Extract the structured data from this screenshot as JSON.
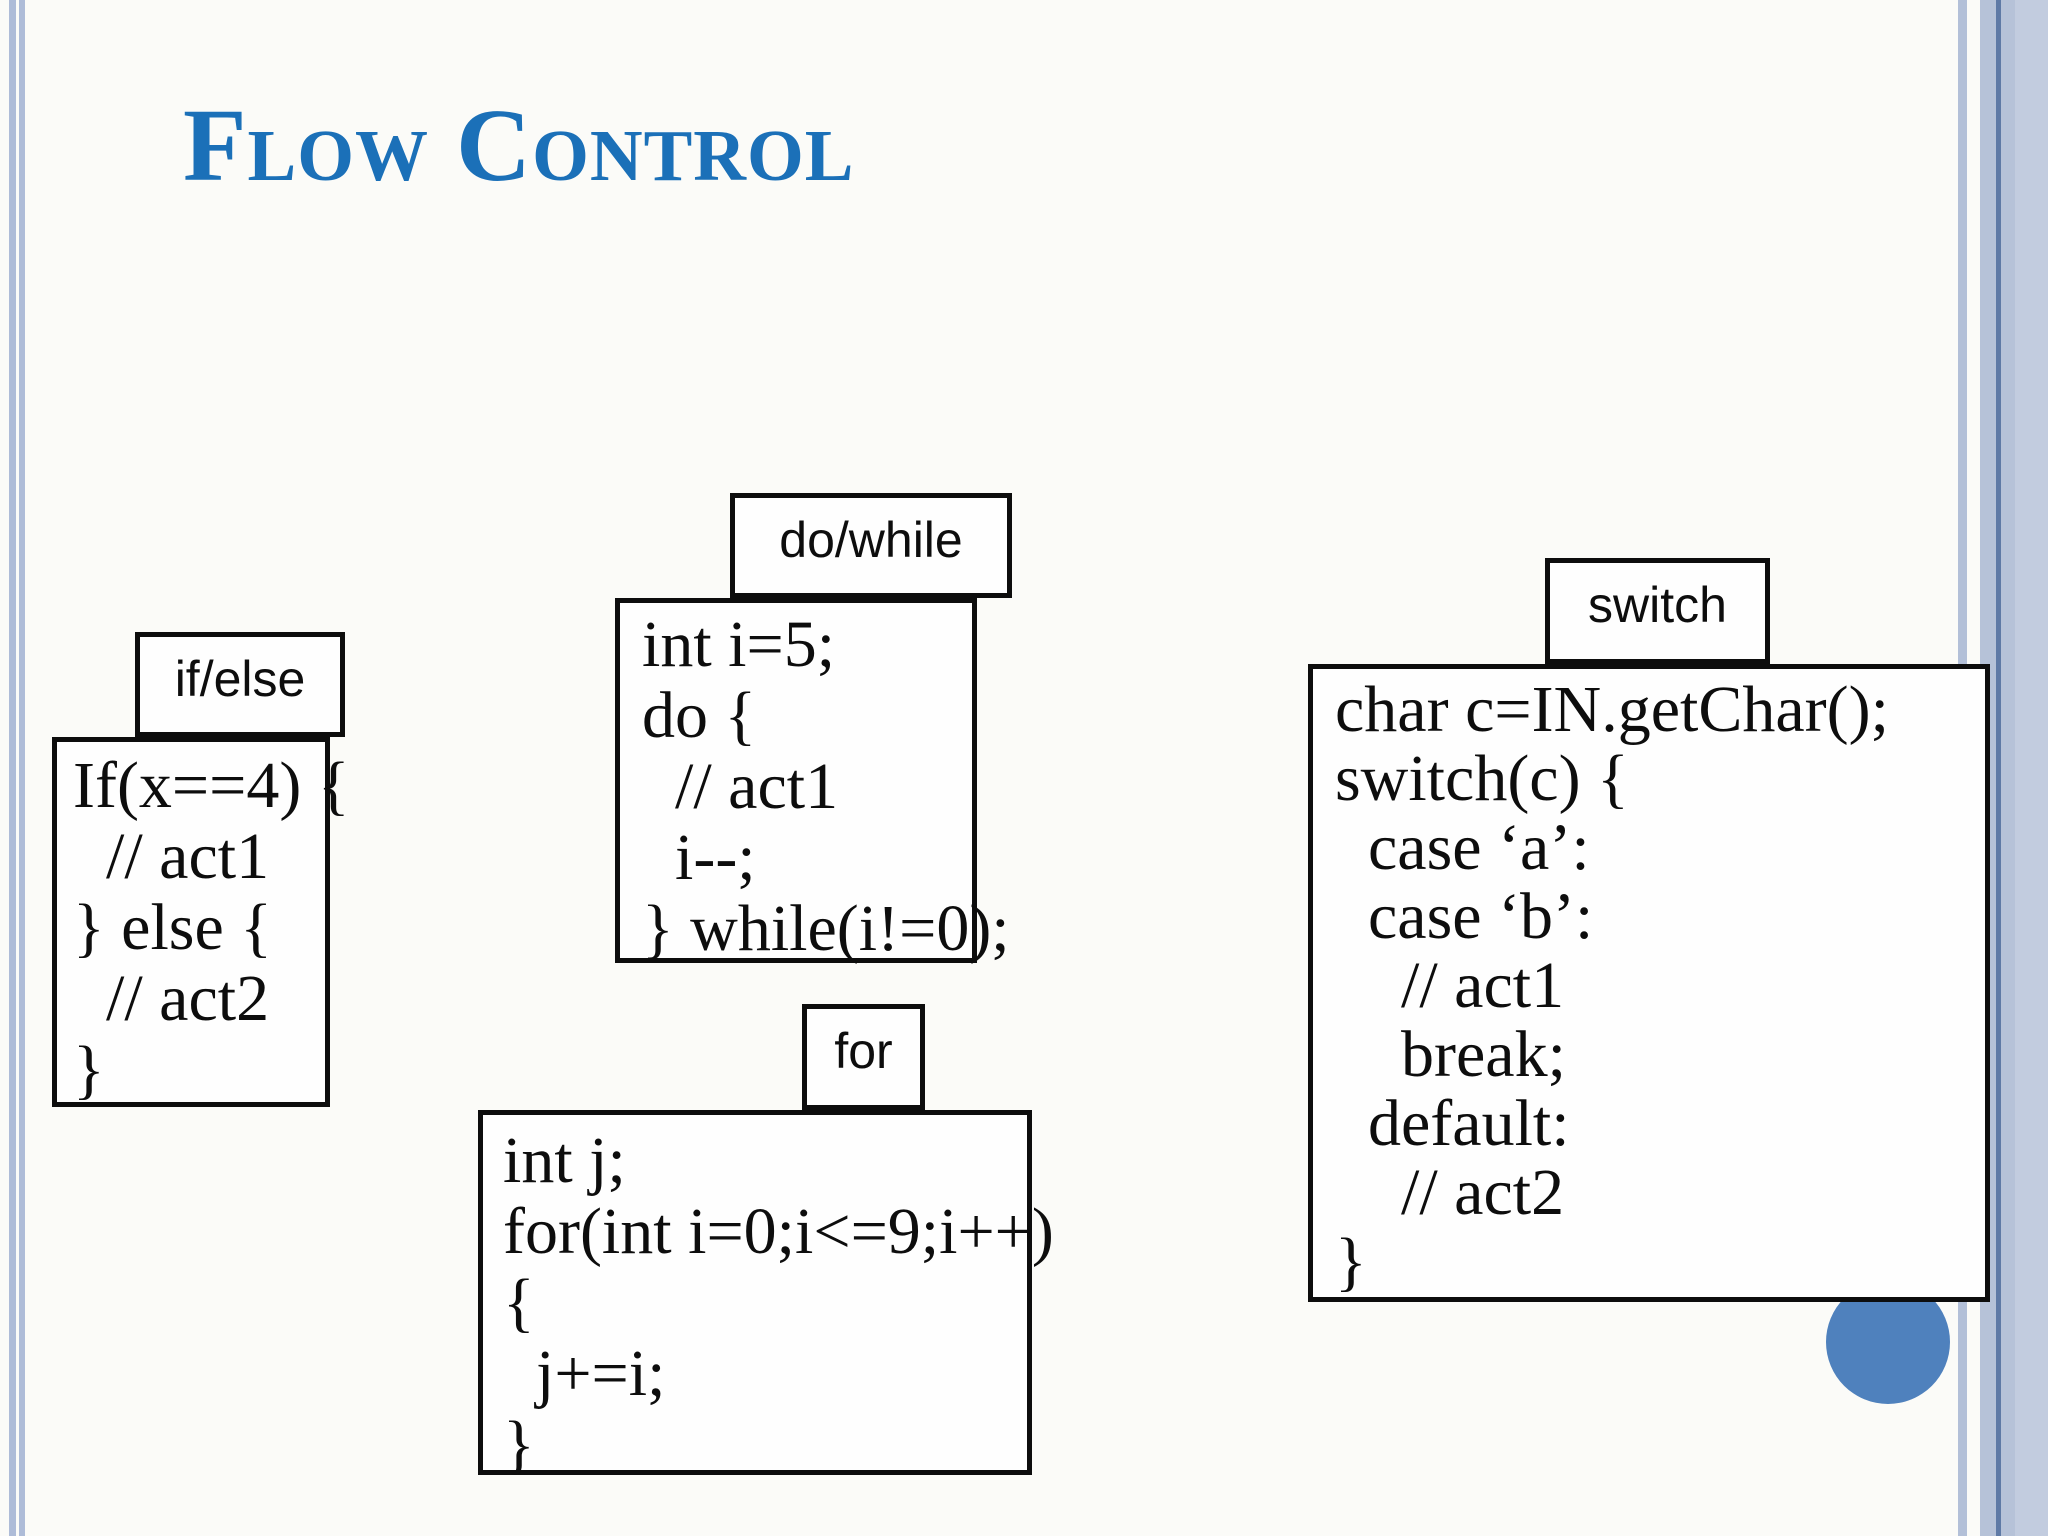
{
  "title": "Flow Control",
  "colors": {
    "title_blue": "#1b70b8",
    "circle_blue": "#4f81bd",
    "stripe_light_blue": "#b6c2d8",
    "stripe_dark_blue": "#5f7aa6",
    "box_border": "#0d0d0d"
  },
  "boxes": {
    "ifelse": {
      "label": "if/else",
      "lines": [
        "If(x==4) {",
        "  // act1",
        "} else {",
        "  // act2",
        "}"
      ]
    },
    "dowhile": {
      "label": "do/while",
      "lines": [
        "int i=5;",
        "do {",
        "  // act1",
        "  i--;",
        "} while(i!=0);"
      ]
    },
    "for": {
      "label": "for",
      "lines": [
        "int j;",
        "for(int i=0;i<=9;i++)",
        "{",
        "  j+=i;",
        "}"
      ]
    },
    "switch": {
      "label": "switch",
      "lines": [
        "char c=IN.getChar();",
        "switch(c) {",
        "  case ‘a’:",
        "  case ‘b’:",
        "    // act1",
        "    break;",
        "  default:",
        "    // act2",
        "}"
      ]
    }
  }
}
